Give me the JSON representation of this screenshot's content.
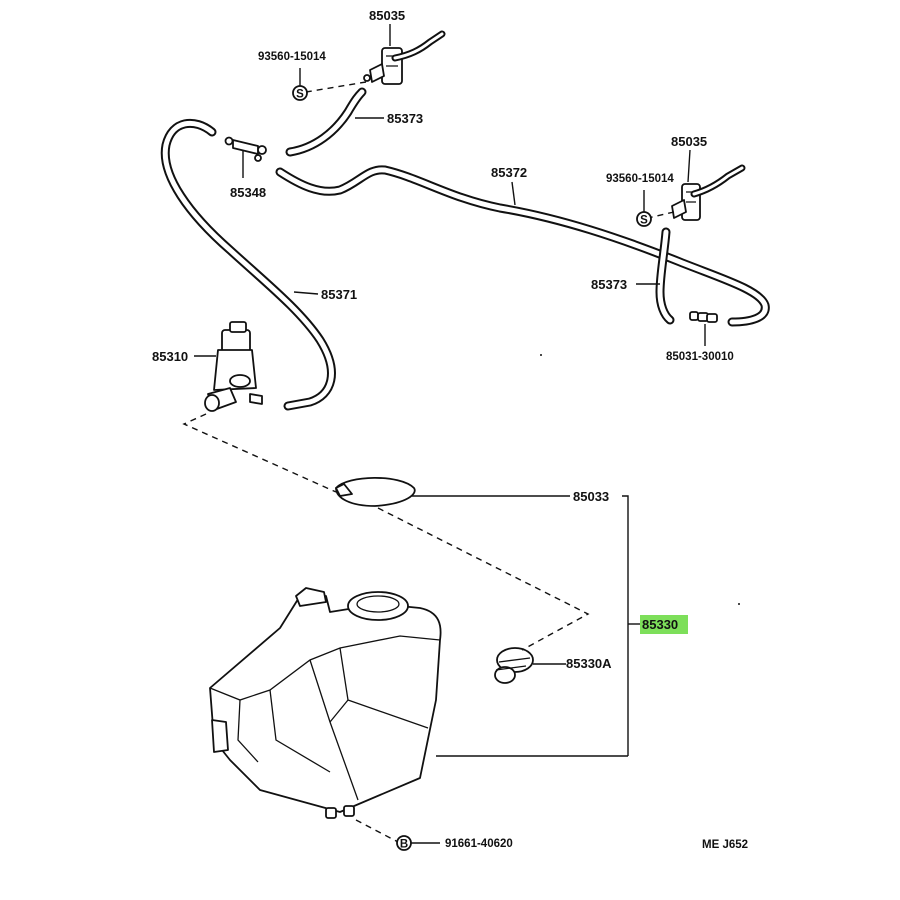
{
  "labels": {
    "p85035_top": "85035",
    "p93560_top": "93560-15014",
    "p85373_top": "85373",
    "p85348": "85348",
    "p85372": "85372",
    "p85035_right": "85035",
    "p93560_right": "93560-15014",
    "p85373_right": "85373",
    "p85031": "85031-30010",
    "p85371": "85371",
    "p85310": "85310",
    "p85033": "85033",
    "p85330": "85330",
    "p85330A": "85330A",
    "p91661": "91661-40620",
    "ref_code": "ME  J652"
  },
  "markers": {
    "s": "S",
    "b": "B"
  },
  "colors": {
    "highlight": "#7ddf5a",
    "ink": "#111111"
  }
}
